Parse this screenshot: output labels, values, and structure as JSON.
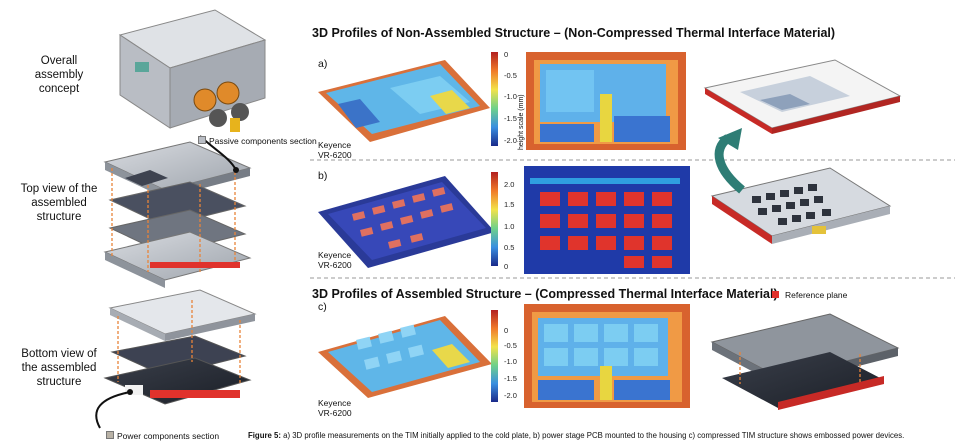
{
  "left_labels": {
    "overall": [
      "Overall",
      "assembly",
      "concept"
    ],
    "top_view": [
      "Top view of the",
      "assembled",
      "structure"
    ],
    "bottom_view": [
      "Bottom view of",
      "the assembled",
      "structure"
    ],
    "passive_section": "Passive components section",
    "power_section": "Power components section"
  },
  "section_titles": {
    "non_assembled": "3D Profiles of Non-Assembled Structure – (Non-Compressed Thermal Interface Material)",
    "assembled": "3D Profiles of Assembled Structure – (Compressed Thermal Interface Material)"
  },
  "reference_plane": "Reference plane",
  "rows": [
    {
      "label": "a)",
      "keyence": [
        "Keyence",
        "VR-6200"
      ],
      "scale_ticks": [
        "0",
        "-0.5",
        "-1.0",
        "-1.5",
        "-2.0"
      ],
      "axis_label": "height scale (mm)"
    },
    {
      "label": "b)",
      "keyence": [
        "Keyence",
        "VR-6200"
      ],
      "scale_ticks": [
        "2.0",
        "1.5",
        "1.0",
        "0.5",
        "0"
      ]
    },
    {
      "label": "c)",
      "keyence": [
        "Keyence",
        "VR-6200"
      ],
      "scale_ticks": [
        "0",
        "-0.5",
        "-1.0",
        "-1.5",
        "-2.0"
      ]
    }
  ],
  "caption": {
    "bold": "Figure 5:",
    "text": " a) 3D profile measurements on the TIM initially applied to the cold plate, b) power stage PCB mounted to the housing c) compressed TIM structure shows embossed power devices."
  },
  "colors": {
    "accent_red": "#e0322c",
    "teal_arrow": "#2e7d75",
    "orange_dash": "#e8843a"
  }
}
